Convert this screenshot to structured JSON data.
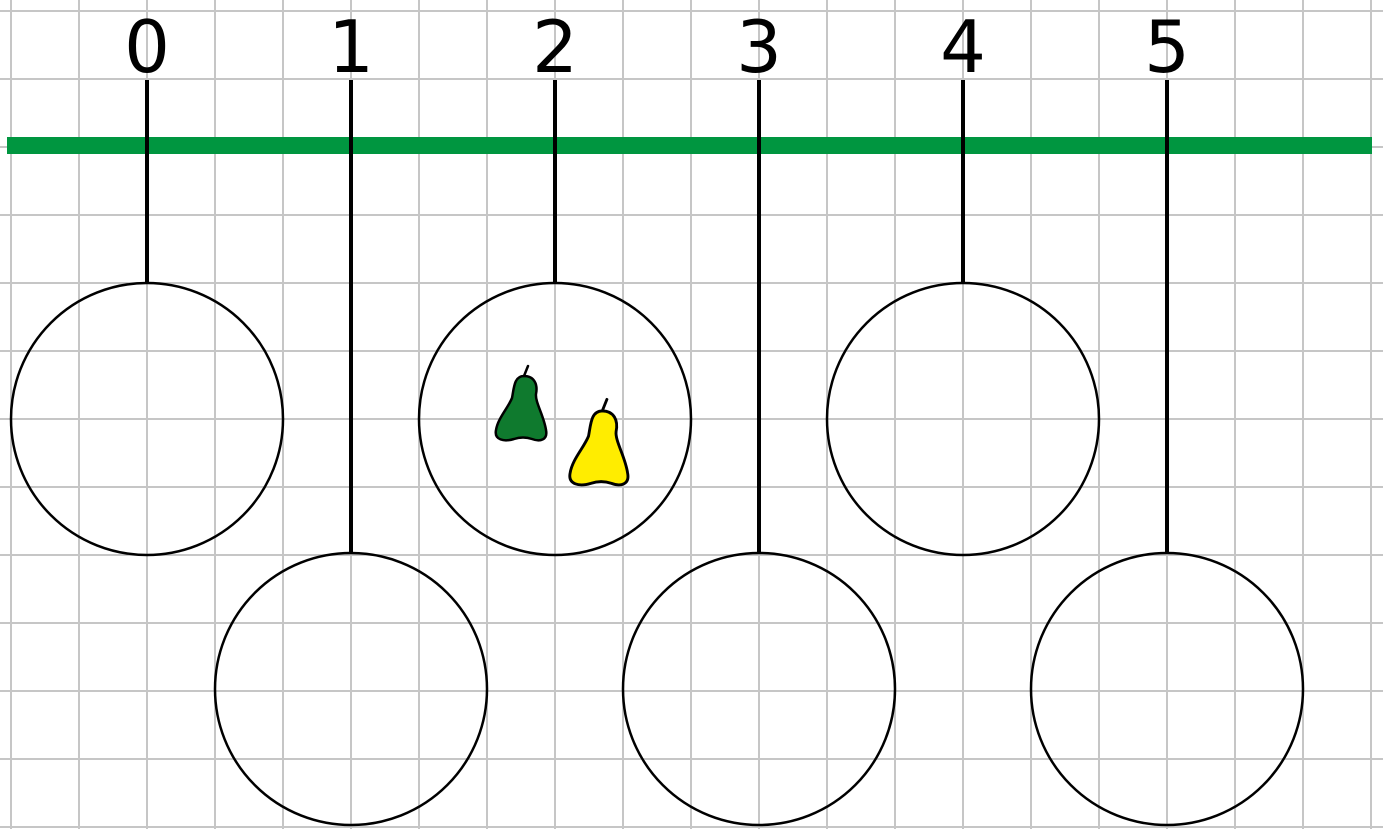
{
  "colors": {
    "background": "#ffffff",
    "grid": "#c6c6c6",
    "bar": "#009640",
    "outline": "#000000"
  },
  "stations": [
    {
      "label": "0",
      "row": "upper",
      "items": []
    },
    {
      "label": "1",
      "row": "lower",
      "items": []
    },
    {
      "label": "2",
      "row": "upper",
      "items": [
        {
          "icon": "pear-icon",
          "color": "#0f7a2e"
        },
        {
          "icon": "pear-icon",
          "color": "#ffed00"
        }
      ]
    },
    {
      "label": "3",
      "row": "lower",
      "items": []
    },
    {
      "label": "4",
      "row": "upper",
      "items": []
    },
    {
      "label": "5",
      "row": "lower",
      "items": []
    }
  ]
}
